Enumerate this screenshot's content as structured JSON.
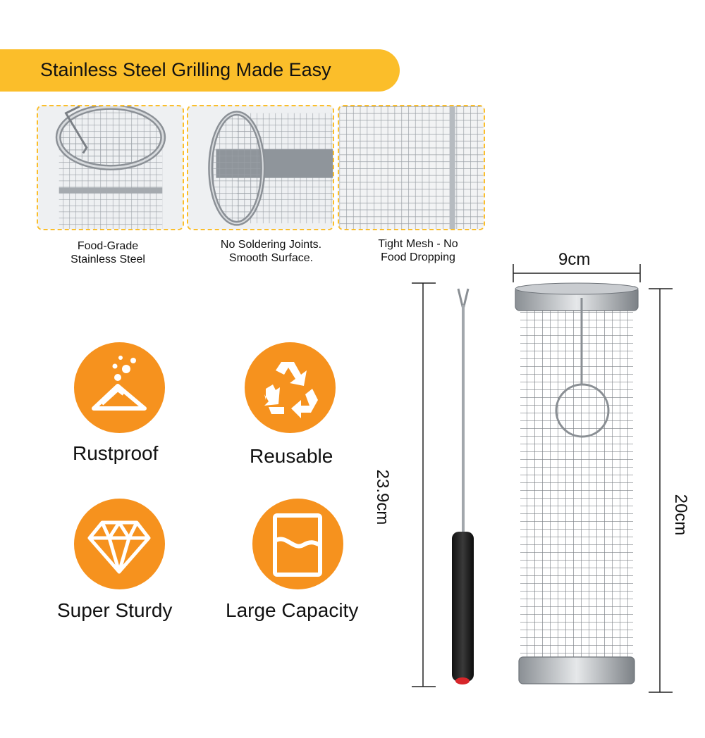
{
  "banner": {
    "title": "Stainless Steel Grilling Made Easy",
    "color": "#FBBE2A"
  },
  "details": [
    {
      "caption_line1": "Food-Grade",
      "caption_line2": "Stainless Steel"
    },
    {
      "caption_line1": "No Soldering Joints.",
      "caption_line2": "Smooth Surface."
    },
    {
      "caption_line1": "Tight Mesh - No",
      "caption_line2": "Food Dropping"
    }
  ],
  "features": [
    {
      "label": "Rustproof",
      "icon": "rustproof-icon"
    },
    {
      "label": "Reusable",
      "icon": "recycle-icon"
    },
    {
      "label": "Super Sturdy",
      "icon": "diamond-icon"
    },
    {
      "label": "Large Capacity",
      "icon": "capacity-icon"
    }
  ],
  "feature_color": "#F6921E",
  "dimensions": {
    "width": "9cm",
    "fork_length": "23.9cm",
    "basket_height": "20cm"
  }
}
